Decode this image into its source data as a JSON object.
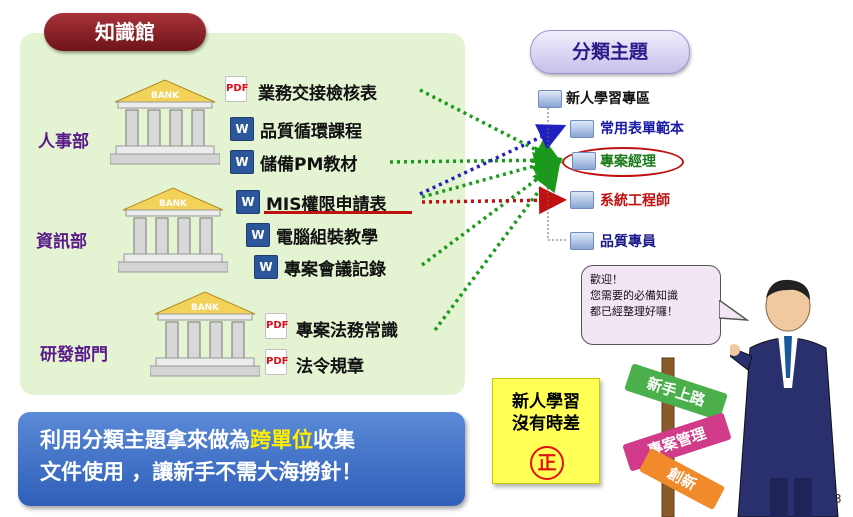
{
  "knowledge_base": {
    "title": "知識館",
    "departments": [
      {
        "label": "人事部"
      },
      {
        "label": "資訊部"
      },
      {
        "label": "研發部門"
      }
    ],
    "bank_label": "BANK",
    "documents": [
      {
        "label": "業務交接檢核表",
        "icon": "pdf-icon"
      },
      {
        "label": "品質循環課程",
        "icon": "word-icon"
      },
      {
        "label": "儲備PM教材",
        "icon": "word-icon"
      },
      {
        "label": "MIS權限申請表",
        "icon": "word-icon"
      },
      {
        "label": "電腦組裝教學",
        "icon": "word-icon"
      },
      {
        "label": "專案會議記錄",
        "icon": "word-icon"
      },
      {
        "label": "專案法務常識",
        "icon": "pdf-icon"
      },
      {
        "label": "法令規章",
        "icon": "pdf-icon"
      }
    ]
  },
  "categories": {
    "title": "分類主題",
    "root": "新人學習專區",
    "items": [
      {
        "label": "常用表單範本",
        "color": "#1a1aa8"
      },
      {
        "label": "專案經理",
        "color": "#1a7a1a"
      },
      {
        "label": "系統工程師",
        "color": "#c01010"
      },
      {
        "label": "品質專員",
        "color": "#1a1a8a"
      }
    ]
  },
  "speech_bubble": {
    "line1": "歡迎！",
    "line2": "您需要的必備知識",
    "line3": "都已經整理好囉！"
  },
  "sticky_note": {
    "line1": "新人學習",
    "line2": "沒有時差",
    "stamp": "正"
  },
  "signpost": {
    "sign1": "新手上路",
    "sign2": "專案管理",
    "sign3": "創新"
  },
  "banner": {
    "part1": "利用分類主題拿來做為",
    "highlight": "跨單位",
    "part2": "收集",
    "line2": "文件使用 ，讓新手不需大海撈針！"
  },
  "page_number": "3",
  "pdf_icon_text": "PDF",
  "word_icon_text": "W",
  "colors": {
    "panel": "#e4f3d2",
    "dept_text": "#5a1a8a",
    "green_dots": "#1a9a1a",
    "blue_dots": "#2020c0",
    "red_dots": "#c01010",
    "highlight_ring": "#c01010"
  }
}
